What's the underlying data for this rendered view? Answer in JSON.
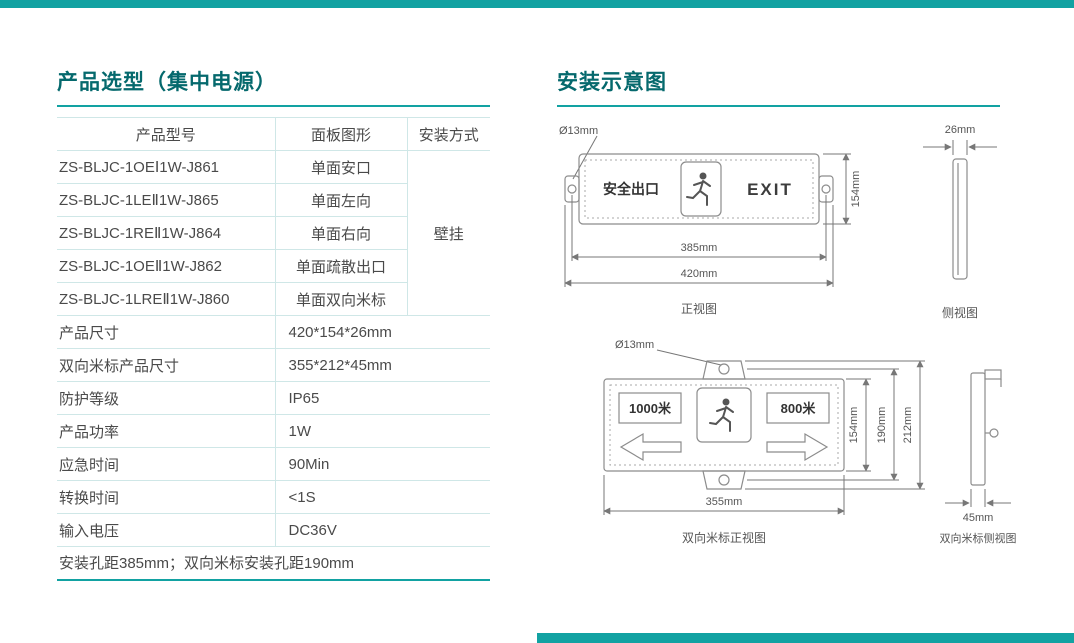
{
  "accent": "#12a2a2",
  "left": {
    "title": "产品选型（集中电源）",
    "table": {
      "headers": [
        "产品型号",
        "面板图形",
        "安装方式"
      ],
      "install_method": "壁挂",
      "models": [
        {
          "model": "ZS-BLJC-1OEⅠ1W-J861",
          "panel": "单面安口"
        },
        {
          "model": "ZS-BLJC-1LEⅡ1W-J865",
          "panel": "单面左向"
        },
        {
          "model": "ZS-BLJC-1REⅡ1W-J864",
          "panel": "单面右向"
        },
        {
          "model": "ZS-BLJC-1OEⅡ1W-J862",
          "panel": "单面疏散出口"
        },
        {
          "model": "ZS-BLJC-1LREⅡ1W-J860",
          "panel": "单面双向米标"
        }
      ],
      "specs": [
        {
          "label": "产品尺寸",
          "value": "420*154*26mm"
        },
        {
          "label": "双向米标产品尺寸",
          "value": "355*212*45mm"
        },
        {
          "label": "防护等级",
          "value": "IP65"
        },
        {
          "label": "产品功率",
          "value": "1W"
        },
        {
          "label": "应急时间",
          "value": "90Min"
        },
        {
          "label": "转换时间",
          "value": "<1S"
        },
        {
          "label": "输入电压",
          "value": "DC36V"
        }
      ],
      "footer": "安装孔距385mm；双向米标安装孔距190mm"
    }
  },
  "right": {
    "title": "安装示意图",
    "front": {
      "hole": "Ø13mm",
      "sign_left": "安全出口",
      "sign_right": "EXIT",
      "dim_height": "154mm",
      "dim_holes": "385mm",
      "dim_width": "420mm",
      "caption": "正视图"
    },
    "side": {
      "dim_width": "26mm",
      "caption": "侧视图"
    },
    "meter_front": {
      "hole": "Ø13mm",
      "display_left": "1000米",
      "display_right": "800米",
      "dim_body": "154mm",
      "dim_holes": "190mm",
      "dim_full": "212mm",
      "dim_width": "355mm",
      "caption": "双向米标正视图"
    },
    "meter_side": {
      "dim_width": "45mm",
      "caption": "双向米标侧视图"
    }
  }
}
